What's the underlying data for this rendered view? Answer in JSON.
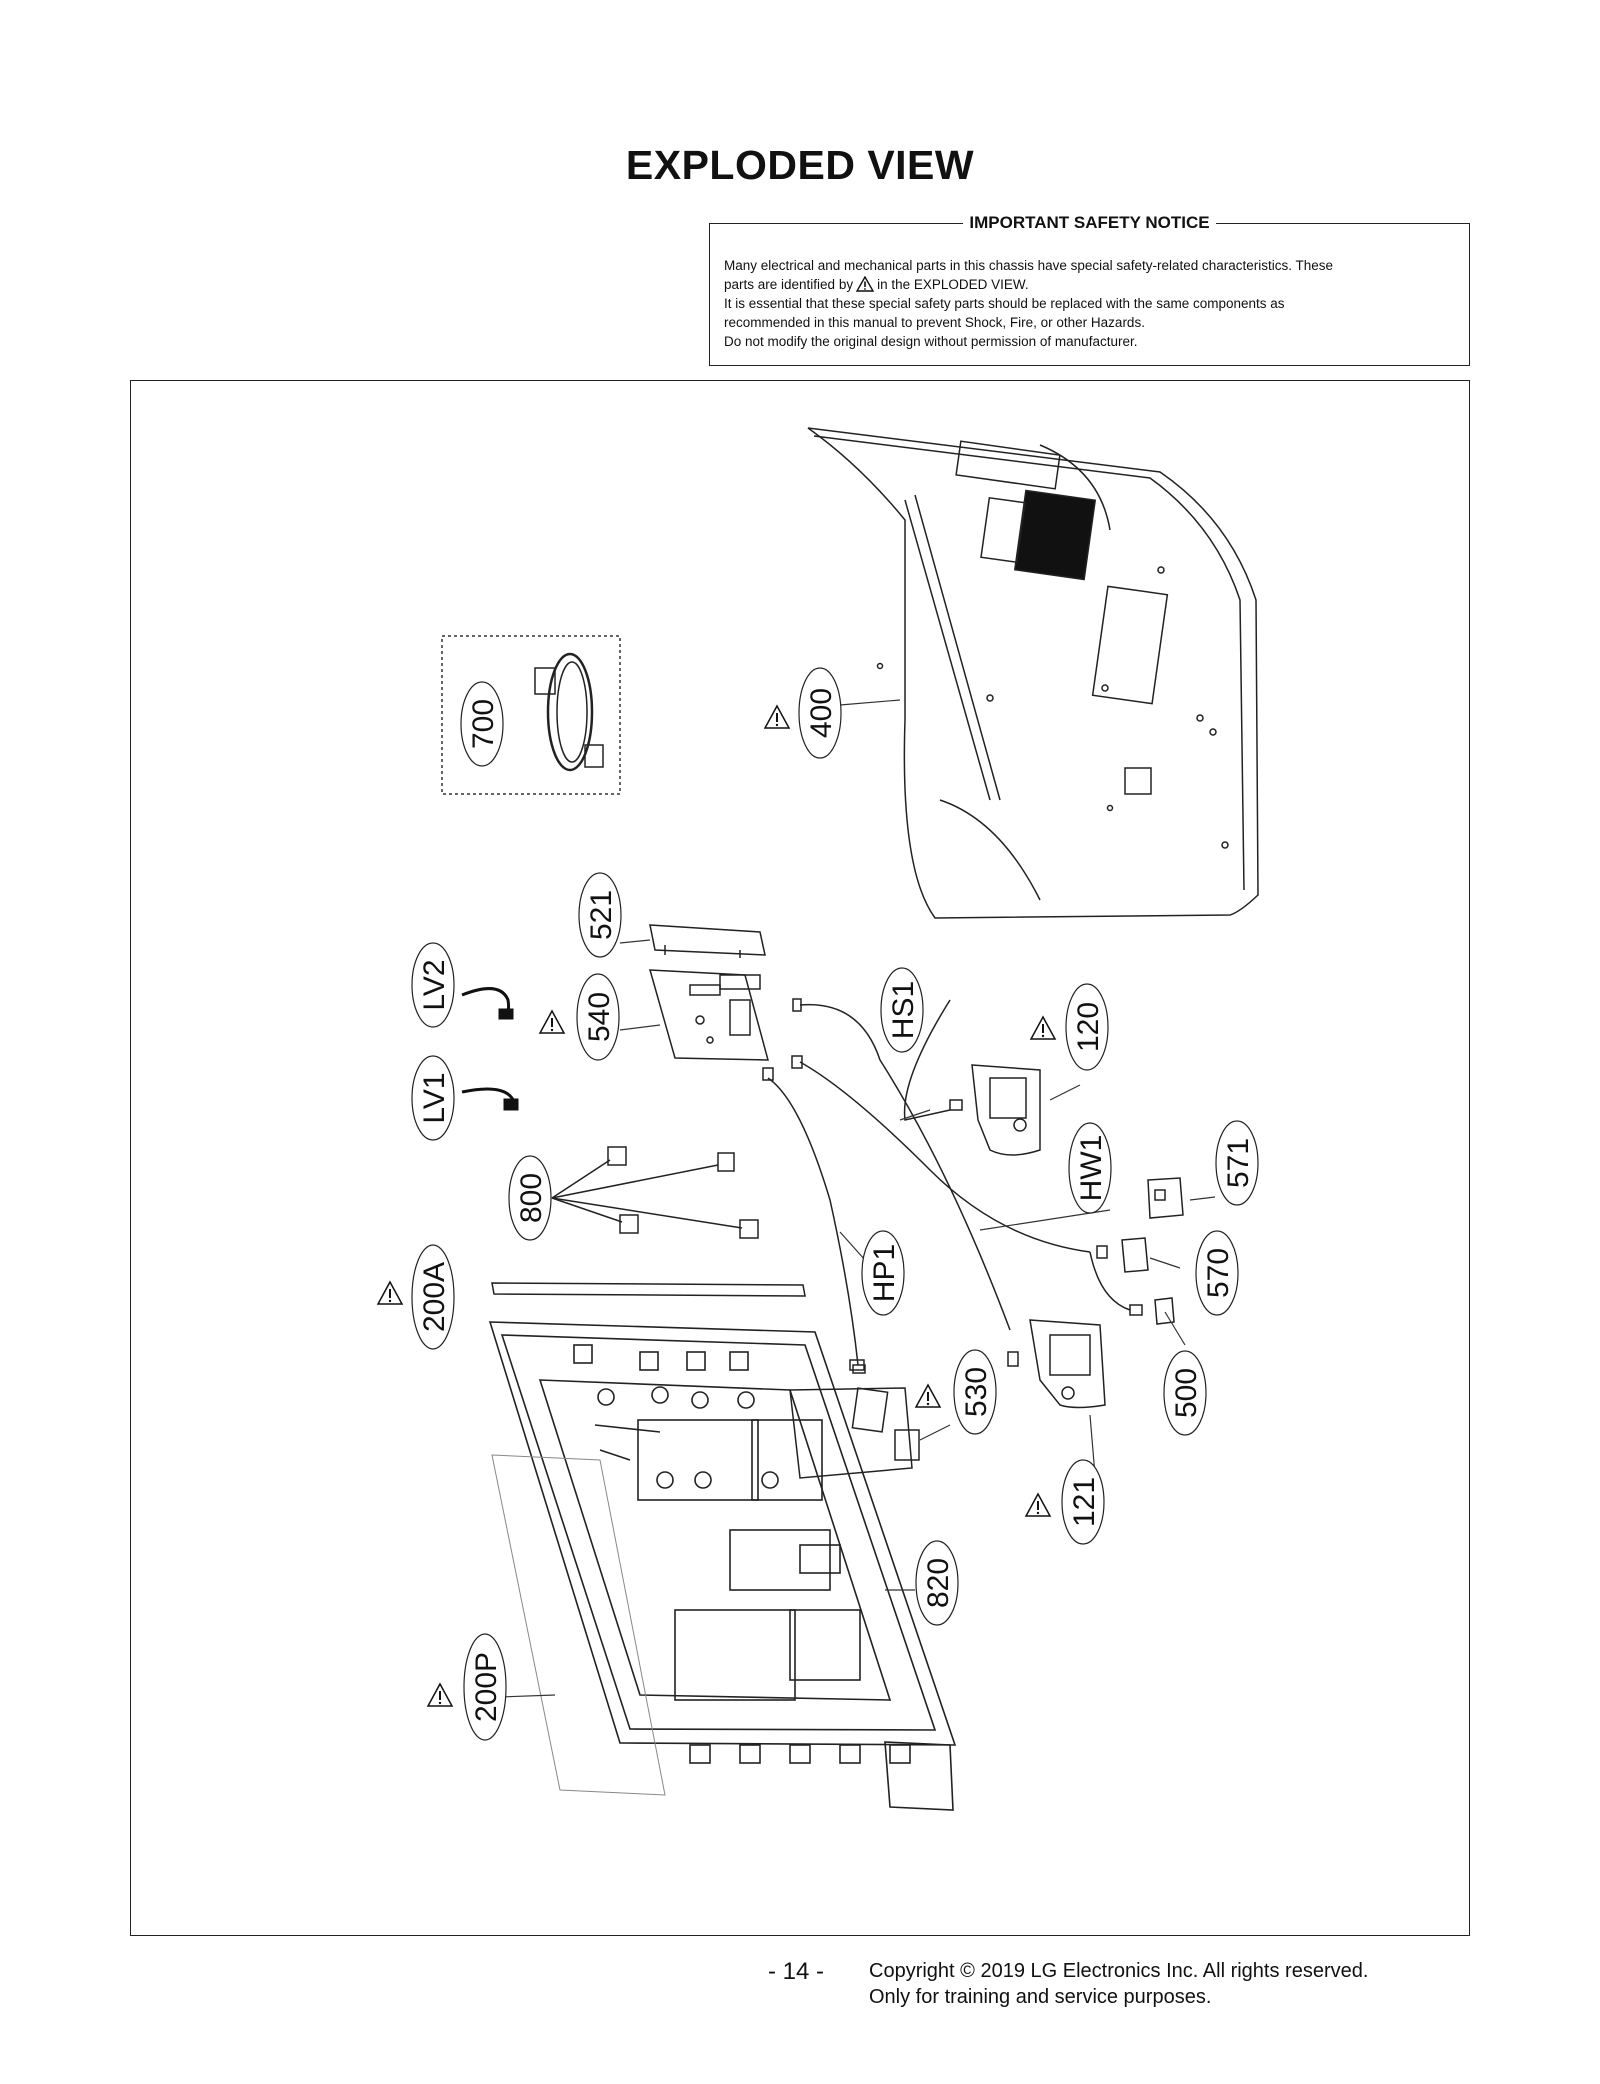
{
  "page": {
    "title": "EXPLODED VIEW"
  },
  "notice": {
    "title": "IMPORTANT SAFETY NOTICE",
    "line1": "Many electrical and mechanical parts in this chassis have special safety-related characteristics. These",
    "line2_before": "parts are identified by",
    "line2_after": "in the EXPLODED VIEW.",
    "line3": "It is essential that these special safety parts should be replaced with the same components as",
    "line4": "recommended in this manual to prevent Shock, Fire, or other Hazards.",
    "line5": "Do not modify the original design without permission of manufacturer."
  },
  "callouts": {
    "c700": "700",
    "c400": "400",
    "c521": "521",
    "c540": "540",
    "lv2": "LV2",
    "lv1": "LV1",
    "hs1": "HS1",
    "c120": "120",
    "c800": "800",
    "hw1": "HW1",
    "c571": "571",
    "c200a": "200A",
    "hp1": "HP1",
    "c570": "570",
    "c530": "530",
    "c500": "500",
    "c121": "121",
    "c820": "820",
    "c200p": "200P"
  },
  "footer": {
    "page_number": "- 14 -",
    "copyright": "Copyright © 2019 LG Electronics Inc. All rights reserved.",
    "purpose": "Only for training and service purposes."
  },
  "icons": {
    "safety": "warning-triangle-icon"
  }
}
